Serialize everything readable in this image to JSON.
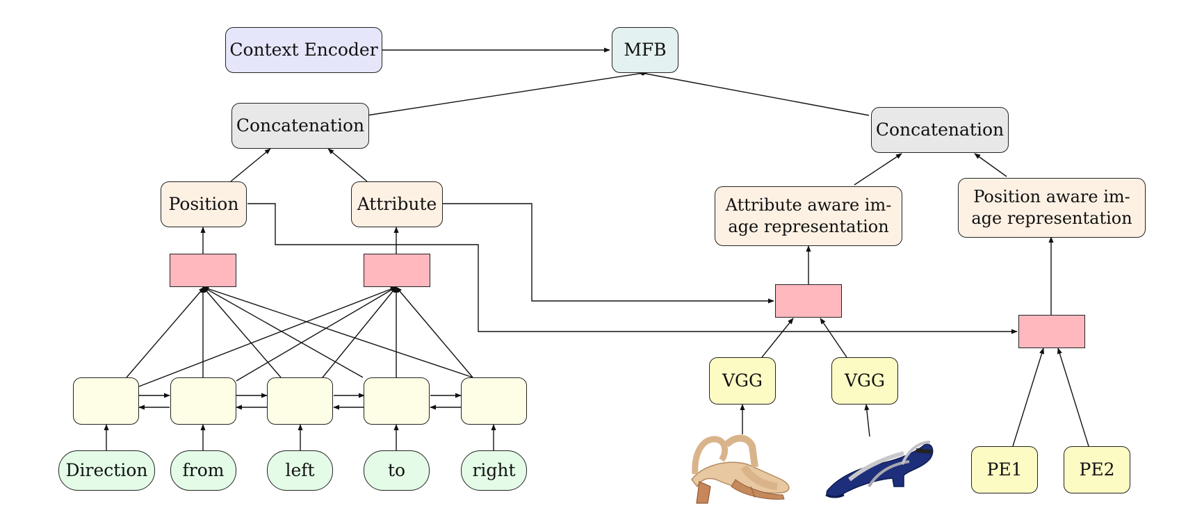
{
  "encoder": {
    "context_encoder": "Context Encoder",
    "mfb": "MFB",
    "left_concat": "Concatenation",
    "right_concat": "Concatenation",
    "position": "Position",
    "attribute": "Attribute",
    "attr_aware_line1": "Attribute aware im-",
    "attr_aware_line2": "age representation",
    "pos_aware_line1": "Position aware im-",
    "pos_aware_line2": "age representation",
    "vgg1": "VGG",
    "vgg2": "VGG",
    "pe1": "PE1",
    "pe2": "PE2"
  },
  "words": [
    "Direction",
    "from",
    "left",
    "to",
    "right"
  ],
  "colors": {
    "context_encoder": "#e6e6fb",
    "mfb": "#e3f1f0",
    "concatenation": "#e8e8e8",
    "peach": "#fdf1e4",
    "lstm_cell": "#fefde6",
    "vgg_pe": "#fdfbc4",
    "word": "#e3fbe7",
    "attention": "#ffb8be"
  },
  "images": {
    "sandal": "beige-sandal-icon",
    "heel": "navy-heel-icon"
  }
}
